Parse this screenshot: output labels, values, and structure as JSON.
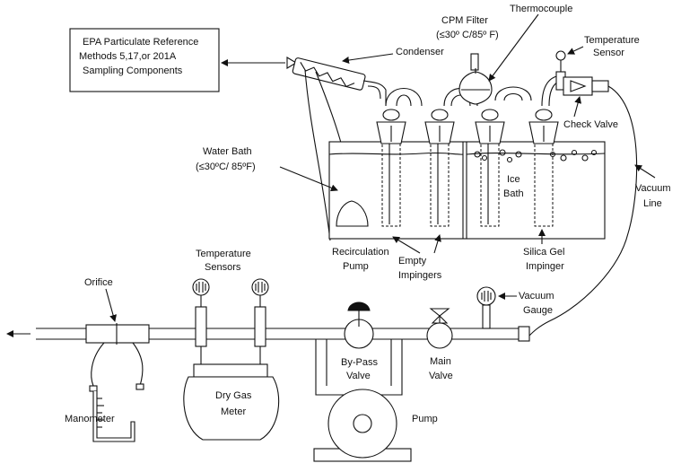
{
  "labels": {
    "epa_line1": "EPA Particulate Reference",
    "epa_line2": "Methods 5,17,or 201A",
    "epa_line3": "Sampling Components",
    "condenser": "Condenser",
    "cpm_filter_line1": "CPM Filter",
    "cpm_filter_line2": "(≤30º C/85º F)",
    "thermocouple": "Thermocouple",
    "temp_sensor_line1": "Temperature",
    "temp_sensor_line2": "Sensor",
    "check_valve": "Check Valve",
    "water_bath_line1": "Water Bath",
    "water_bath_line2": "(≤30ºC/ 85ºF)",
    "ice_bath_line1": "Ice",
    "ice_bath_line2": "Bath",
    "vacuum_line_line1": "Vacuum",
    "vacuum_line_line2": "Line",
    "recirc_line1": "Recirculation",
    "recirc_line2": "Pump",
    "empty_line1": "Empty",
    "empty_line2": "Impingers",
    "silica_line1": "Silica Gel",
    "silica_line2": "Impinger",
    "temp_sensors_line1": "Temperature",
    "temp_sensors_line2": "Sensors",
    "orifice": "Orifice",
    "vacuum_gauge_line1": "Vacuum",
    "vacuum_gauge_line2": "Gauge",
    "bypass_line1": "By-Pass",
    "bypass_line2": "Valve",
    "main_valve_line1": "Main",
    "main_valve_line2": "Valve",
    "dry_gas_line1": "Dry Gas",
    "dry_gas_line2": "Meter",
    "pump": "Pump",
    "manometer": "Manometer"
  }
}
